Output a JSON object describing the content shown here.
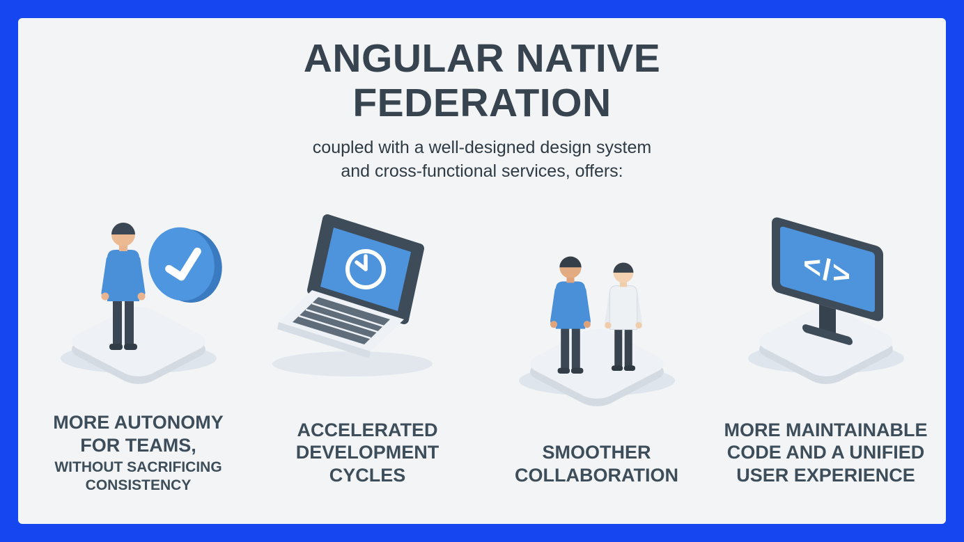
{
  "title": {
    "line1": "ANGULAR NATIVE",
    "line2": "FEDERATION"
  },
  "subtitle": {
    "line1": "coupled with a well-designed design system",
    "line2": "and cross-functional services, offers:"
  },
  "colors": {
    "frame_blue": "#1546f0",
    "card_bg": "#f2f4f6",
    "heading_text": "#37444f",
    "label_text": "#3d4e5a",
    "illustration_blue": "#4a90d8",
    "illustration_slate": "#3e4c5a"
  },
  "items": [
    {
      "icon": "person-check-icon",
      "label_main": "MORE AUTONOMY FOR TEAMS,",
      "label_sub": "WITHOUT SACRIFICING CONSISTENCY"
    },
    {
      "icon": "laptop-clock-icon",
      "label_main": "ACCELERATED DEVELOPMENT CYCLES"
    },
    {
      "icon": "people-collaboration-icon",
      "label_main": "SMOOTHER COLLABORATION"
    },
    {
      "icon": "monitor-code-icon",
      "label_main": "MORE MAINTAINABLE CODE AND A UNIFIED USER EXPERIENCE",
      "screen_glyph": "</>"
    }
  ]
}
